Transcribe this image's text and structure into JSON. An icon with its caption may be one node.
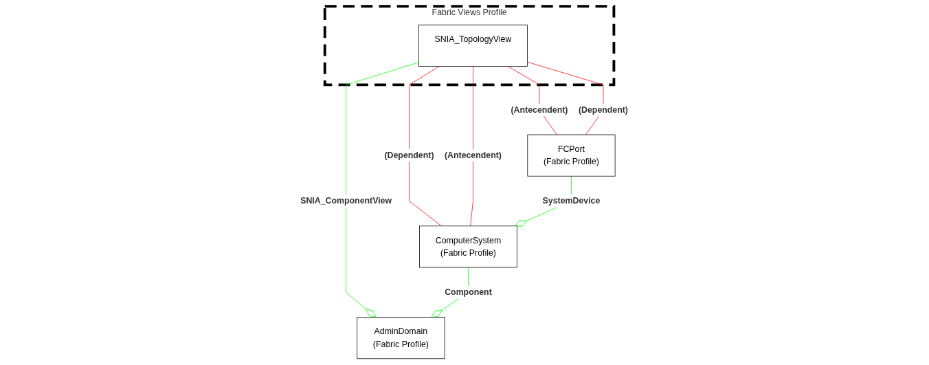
{
  "diagram": {
    "nodes": [
      {
        "text": [
          "Fabric Views Profile"
        ]
      },
      {
        "text": [
          "SNIA_TopologyView"
        ],
        "in": 0
      },
      {
        "text": [
          "FCPort",
          "(Fabric Profile)"
        ]
      },
      {
        "text": [
          "ComputerSystem",
          "(Fabric Profile)"
        ]
      },
      {
        "text": [
          "AdminDomain",
          "(Fabric Profile)"
        ]
      }
    ],
    "edges": [
      {
        "from": 1,
        "to": 2,
        "arrow": "none",
        "label": "(Antecendent)"
      },
      {
        "from": 1,
        "to": 2,
        "arrow": "none",
        "label": "(Dependent)"
      },
      {
        "from": 1,
        "to": 3,
        "arrow": "none",
        "label": "(Dependent)"
      },
      {
        "from": 1,
        "to": 3,
        "arrow": "none",
        "label": "(Antecendent)"
      },
      {
        "from": 1,
        "to": 4,
        "arrow": "other",
        "label": "SNIA_ComponentView",
        "color": "#00ff00"
      },
      {
        "from": 2,
        "to": 3,
        "arrow": "other",
        "label": "SystemDevice",
        "color": "#00ff00"
      },
      {
        "from": 3,
        "to": 4,
        "arrow": "other",
        "label": "Component",
        "color": "#00ff00"
      }
    ]
  }
}
